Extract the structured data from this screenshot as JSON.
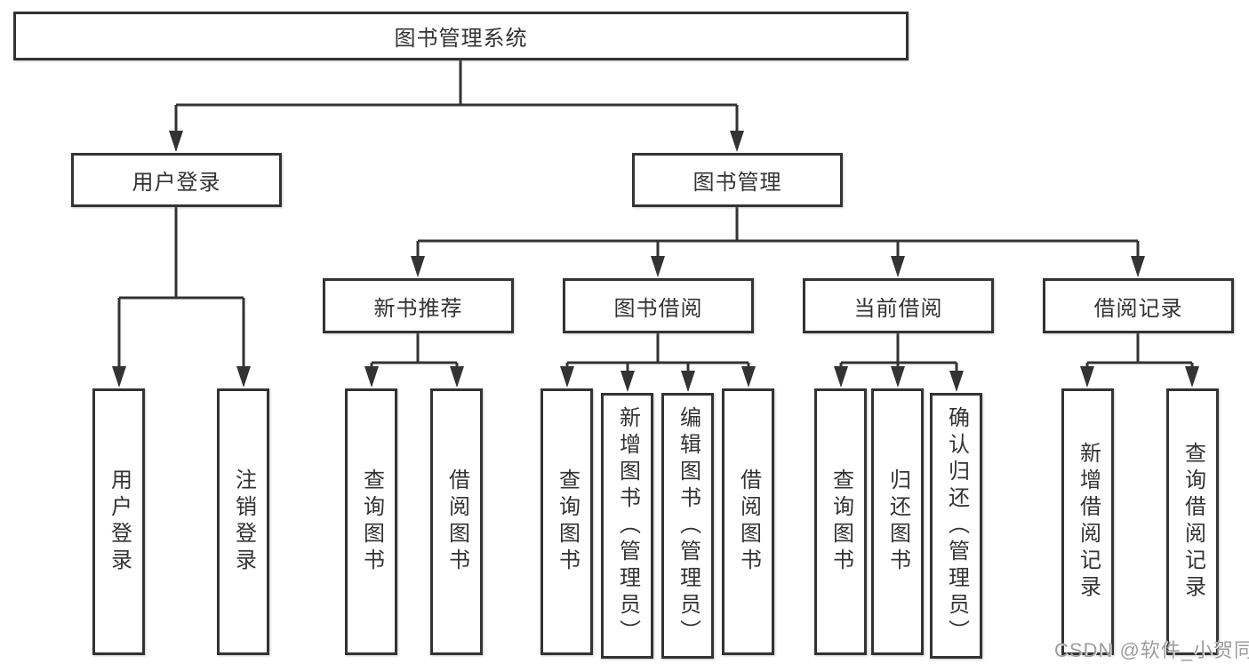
{
  "tree": {
    "root": {
      "label": "图书管理系统",
      "children": [
        {
          "label": "用户登录",
          "children": [
            {
              "label": "用户登录"
            },
            {
              "label": "注销登录"
            }
          ]
        },
        {
          "label": "图书管理",
          "children": [
            {
              "label": "新书推荐",
              "children": [
                {
                  "label": "查询图书"
                },
                {
                  "label": "借阅图书"
                }
              ]
            },
            {
              "label": "图书借阅",
              "children": [
                {
                  "label": "查询图书"
                },
                {
                  "label": "新增图书（管理员）"
                },
                {
                  "label": "编辑图书（管理员）"
                },
                {
                  "label": "借阅图书"
                }
              ]
            },
            {
              "label": "当前借阅",
              "children": [
                {
                  "label": "查询图书"
                },
                {
                  "label": "归还图书"
                },
                {
                  "label": "确认归还（管理员）"
                }
              ]
            },
            {
              "label": "借阅记录",
              "children": [
                {
                  "label": "新增借阅记录"
                },
                {
                  "label": "查询借阅记录"
                }
              ]
            }
          ]
        }
      ]
    }
  },
  "watermark": {
    "text": "CSDN @软件_小贺同学"
  },
  "colors": {
    "line": "#333333",
    "box_border": "#333333",
    "text": "#333333",
    "watermark": "#9d9d9d",
    "background": "#ffffff"
  }
}
